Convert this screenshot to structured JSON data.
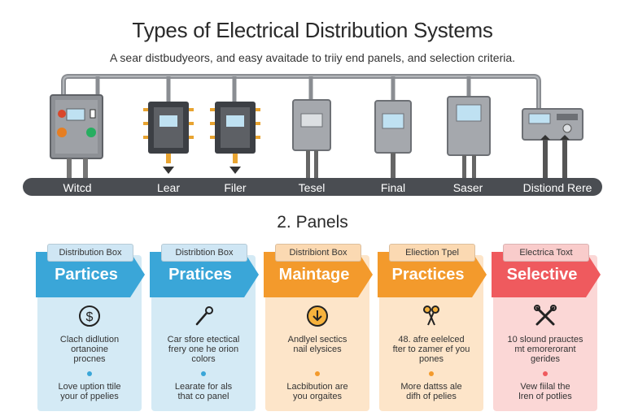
{
  "header": {
    "title": "Types of Electrical Distribution Systems",
    "subtitle": "A sear distbudyeors, and easy avaitade to triiy end panels, and selection criteria."
  },
  "diagram": {
    "bar_labels": [
      "Witcd",
      "Lear",
      "Filer",
      "Tesel",
      "Final",
      "Saser",
      "Distiond Rere"
    ]
  },
  "section": {
    "title": "2. Panels"
  },
  "cards": [
    {
      "tag": "Distribution Box",
      "title": "Partices",
      "icon": "dollar-icon",
      "text1": [
        "Clach didlution",
        "ortanoine",
        "procnes"
      ],
      "text2": [
        "Love uption ttile",
        "your of ppelies"
      ],
      "colors": {
        "bg": "#d4eaf5",
        "banner": "#3aa6d8",
        "tag": "#cfe6f4",
        "dot": "#3aa6d8"
      }
    },
    {
      "tag": "Distribtion Box",
      "title": "Pratices",
      "icon": "tool-icon",
      "text1": [
        "Car sfore etectical",
        "frery one he orion",
        "colors"
      ],
      "text2": [
        "Learate for als",
        "that co panel"
      ],
      "colors": {
        "bg": "#d4eaf5",
        "banner": "#3aa6d8",
        "tag": "#cfe6f4",
        "dot": "#3aa6d8"
      }
    },
    {
      "tag": "Distribiont Box",
      "title": "Maintage",
      "icon": "download-icon",
      "text1": [
        "Andlyel sectics",
        "nail elysices"
      ],
      "text2": [
        "Lacbibution are",
        "you orgaites"
      ],
      "colors": {
        "bg": "#fde5c9",
        "banner": "#f39a2c",
        "tag": "#fbd9b2",
        "dot": "#f39a2c"
      }
    },
    {
      "tag": "Eliection Tpel",
      "title": "Practices",
      "icon": "scissors-icon",
      "text1": [
        "48. afre eelelced",
        "fter to zamer ef you",
        "pones"
      ],
      "text2": [
        "More dattss ale",
        "difh of pelies"
      ],
      "colors": {
        "bg": "#fde5c9",
        "banner": "#f39a2c",
        "tag": "#fbd9b2",
        "dot": "#f39a2c"
      }
    },
    {
      "tag": "Electrica Toxt",
      "title": "Selective",
      "icon": "crossed-tools-icon",
      "text1": [
        "10 slound prauctes",
        "mt emorerorant",
        "gerides"
      ],
      "text2": [
        "Vew fiilal the",
        "lren of potlies"
      ],
      "colors": {
        "bg": "#fbd7d6",
        "banner": "#ef5a5e",
        "tag": "#f9cccb",
        "dot": "#ef5a5e"
      }
    }
  ]
}
